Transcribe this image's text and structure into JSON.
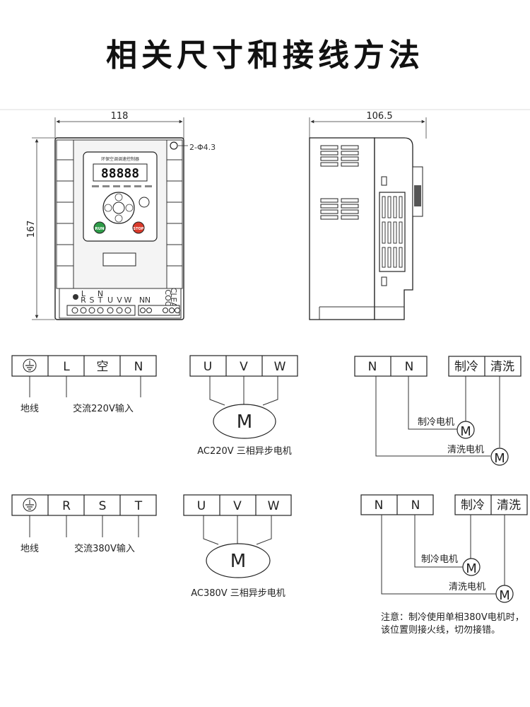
{
  "page_title": "相关尺寸和接线方法",
  "dimensions": {
    "front_width": "118",
    "front_height": "167",
    "side_depth": "106.5",
    "hole_spec": "2-Φ4.3"
  },
  "device": {
    "panel_label": "环保空调调速控制器",
    "display": "88888",
    "run_label": "RUN",
    "stop_label": "STOP",
    "terminal_top": [
      "L",
      "",
      "N"
    ],
    "terminal_bottom": [
      "R",
      "S",
      "T",
      "U",
      "V",
      "W"
    ],
    "aux_terminals": [
      "N",
      "N"
    ],
    "aux_labels": [
      "COOL",
      "CLEAN"
    ]
  },
  "diagrams": {
    "power220": {
      "boxes": [
        "⏚",
        "L",
        "空",
        "N"
      ],
      "ground_label": "地线",
      "input_label": "交流220V输入"
    },
    "motor220": {
      "boxes": [
        "U",
        "V",
        "W"
      ],
      "motor": "M",
      "caption": "AC220V  三相异步电机"
    },
    "aux220": {
      "boxes": [
        "N",
        "N",
        "制冷",
        "清洗"
      ],
      "cool_label": "制冷电机",
      "clean_label": "清洗电机",
      "motor": "M"
    },
    "power380": {
      "boxes": [
        "⏚",
        "R",
        "S",
        "T"
      ],
      "ground_label": "地线",
      "input_label": "交流380V输入"
    },
    "motor380": {
      "boxes": [
        "U",
        "V",
        "W"
      ],
      "motor": "M",
      "caption": "AC380V  三相异步电机"
    },
    "aux380": {
      "boxes": [
        "N",
        "N",
        "制冷",
        "清洗"
      ],
      "cool_label": "制冷电机",
      "clean_label": "清洗电机",
      "motor": "M"
    }
  },
  "note": {
    "line1": "注意：制冷使用单相380V电机时，",
    "line2": "该位置则接火线，切勿接错。"
  }
}
